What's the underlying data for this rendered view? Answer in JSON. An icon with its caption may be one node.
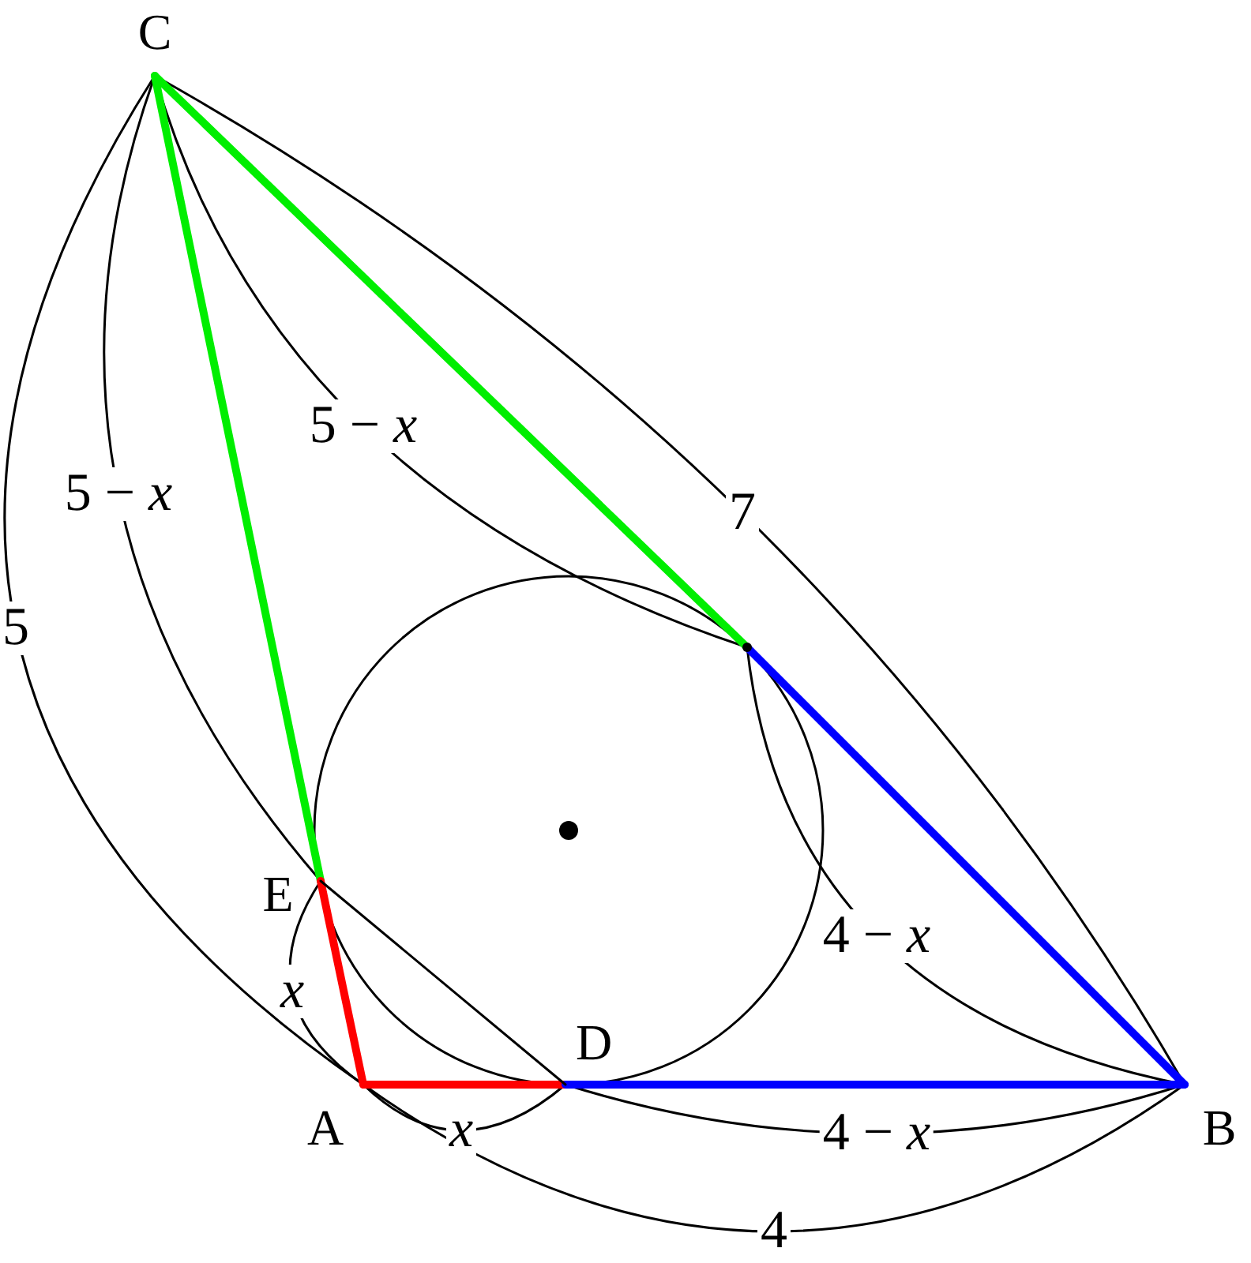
{
  "diagram": {
    "nodes": [
      {
        "text": [
          "C"
        ]
      },
      {
        "text": [
          "E"
        ]
      },
      {
        "text": [
          "A"
        ]
      },
      {
        "text": [
          "D"
        ]
      },
      {
        "text": [
          "B"
        ]
      },
      {
        "text": [],
        "shape": "dot"
      }
    ],
    "edges": [
      {
        "from": 0,
        "to": 1,
        "arrow": "none",
        "color": "#00ee00"
      },
      {
        "from": 0,
        "to": 5,
        "arrow": "none",
        "color": "#00ee00"
      },
      {
        "from": 1,
        "to": 2,
        "arrow": "none",
        "color": "#ff0000"
      },
      {
        "from": 2,
        "to": 3,
        "arrow": "none",
        "color": "#ff0000"
      },
      {
        "from": 3,
        "to": 4,
        "arrow": "none",
        "color": "#0000ff"
      },
      {
        "from": 5,
        "to": 4,
        "arrow": "none",
        "color": "#0000ff"
      },
      {
        "from": 1,
        "to": 3,
        "arrow": "none",
        "color": "#000000"
      }
    ],
    "labels": [
      "5 − *x*",
      "5 − *x*",
      "7",
      "5",
      "4 − *x*",
      "*x*",
      "*x*",
      "4 − *x*",
      "4"
    ]
  }
}
